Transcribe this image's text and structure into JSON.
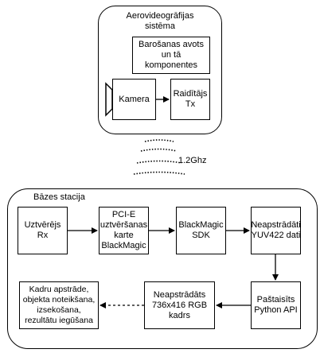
{
  "aerial_system": {
    "title": "Aerovideogrāfijas sistēma",
    "power_box": "Barošanas avots un tā komponentes",
    "camera": "Kamera",
    "transmitter": "Raidītājs Tx"
  },
  "link": {
    "frequency": "1.2Ghz"
  },
  "base_station": {
    "title": "Bāzes stacija",
    "receiver": "Uztvērējs Rx",
    "capture_card": "PCI-E uztvēršanas karte BlackMagic",
    "sdk": "BlackMagic SDK",
    "raw_yuv": "Neapstrādāti YUV422 dati",
    "python_api": "Paštaisīts Python API",
    "rgb_frame": "Neapstrādāts 736x416 RGB kadrs",
    "processing": "Kadru apstrāde, objekta noteikšana, izsekošana, rezultātu iegūšana"
  }
}
